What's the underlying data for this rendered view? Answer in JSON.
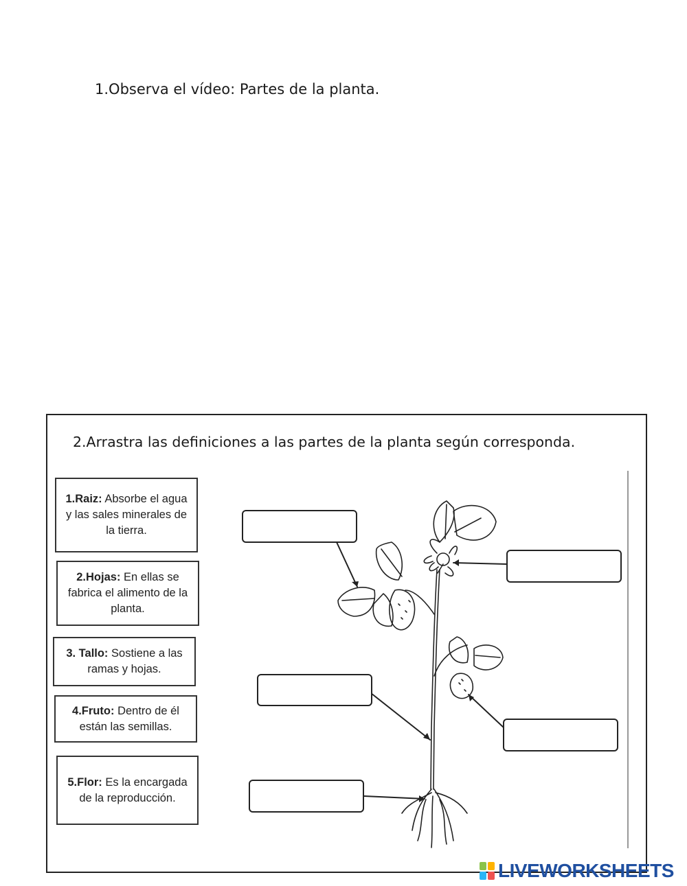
{
  "question1": "1.Observa el vídeo: Partes de la planta.",
  "question2": "2.Arrastra las definiciones a las partes de la planta según corresponda.",
  "definitions": [
    {
      "term": "1.Raiz:",
      "text": "Absorbe el agua y las sales minerales de la tierra."
    },
    {
      "term": "2.Hojas:",
      "text": "En ellas se fabrica el alimento de la planta."
    },
    {
      "term": "3. Tallo:",
      "text": "Sostiene a las ramas y hojas."
    },
    {
      "term": "4.Fruto:",
      "text": "Dentro de él están las semillas."
    },
    {
      "term": "5.Flor:",
      "text": "Es la encargada de la reproducción."
    }
  ],
  "logo": "LIVEWORKSHEETS",
  "colors": {
    "frame": "#222222",
    "logo": "#1f4fa0"
  }
}
